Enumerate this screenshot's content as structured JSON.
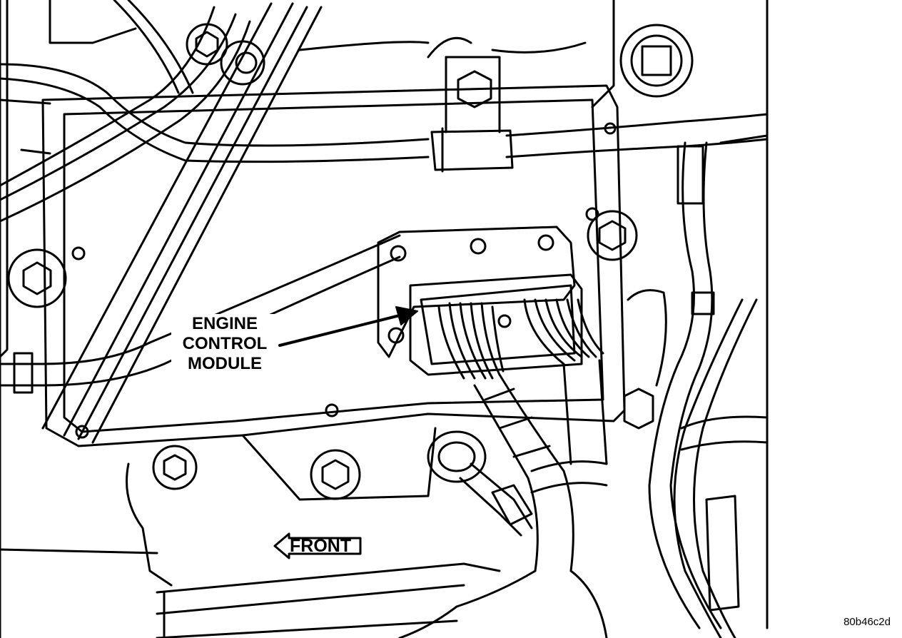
{
  "callout": {
    "line1": "ENGINE",
    "line2": "CONTROL",
    "line3": "MODULE"
  },
  "direction": {
    "label": "FRONT"
  },
  "figure_code": "80b46c2d",
  "colors": {
    "ink": "#000000",
    "paper": "#ffffff"
  }
}
